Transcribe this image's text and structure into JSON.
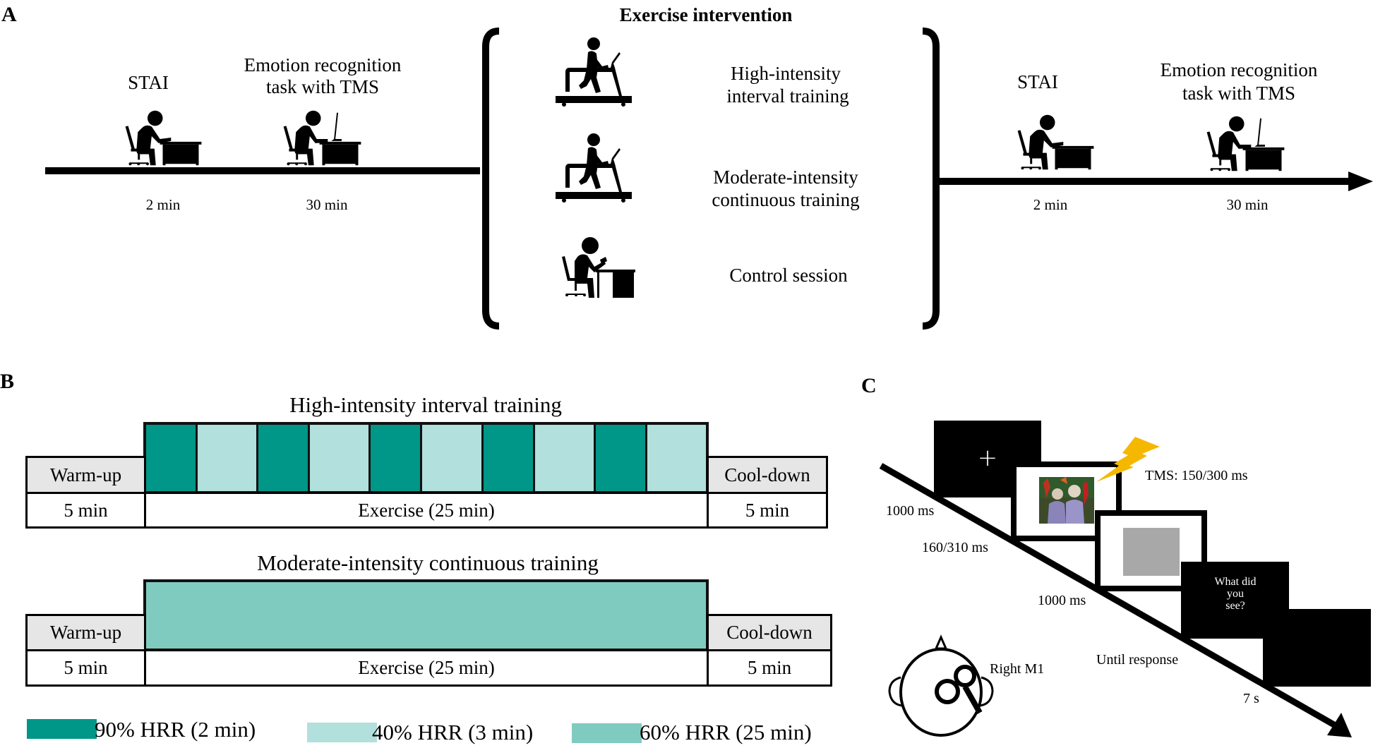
{
  "panel_a": {
    "label": "A",
    "pre": {
      "stai_label": "STAI",
      "stai_duration": "2 min",
      "task_label_line1": "Emotion recognition",
      "task_label_line2": "task with TMS",
      "task_duration": "30 min"
    },
    "intervention": {
      "title": "Exercise intervention",
      "conditions": [
        {
          "line1": "High-intensity",
          "line2": "interval training",
          "icon": "treadmill-runner-icon"
        },
        {
          "line1": "Moderate-intensity",
          "line2": "continuous training",
          "icon": "treadmill-runner-icon"
        },
        {
          "line1": "Control session",
          "line2": "",
          "icon": "person-reading-at-desk-icon"
        }
      ]
    },
    "post": {
      "stai_label": "STAI",
      "stai_duration": "2 min",
      "task_label_line1": "Emotion recognition",
      "task_label_line2": "task with TMS",
      "task_duration": "30 min"
    }
  },
  "panel_b": {
    "label": "B",
    "hiit": {
      "title": "High-intensity interval training",
      "warmup_label": "Warm-up",
      "warmup_duration": "5 min",
      "exercise_label": "Exercise (25 min)",
      "cooldown_label": "Cool-down",
      "cooldown_duration": "5 min",
      "intervals": [
        {
          "intensity": "90% HRR",
          "minutes": 2
        },
        {
          "intensity": "40% HRR",
          "minutes": 3
        },
        {
          "intensity": "90% HRR",
          "minutes": 2
        },
        {
          "intensity": "40% HRR",
          "minutes": 3
        },
        {
          "intensity": "90% HRR",
          "minutes": 2
        },
        {
          "intensity": "40% HRR",
          "minutes": 3
        },
        {
          "intensity": "90% HRR",
          "minutes": 2
        },
        {
          "intensity": "40% HRR",
          "minutes": 3
        },
        {
          "intensity": "90% HRR",
          "minutes": 2
        },
        {
          "intensity": "40% HRR",
          "minutes": 3
        }
      ]
    },
    "mict": {
      "title": "Moderate-intensity continuous training",
      "warmup_label": "Warm-up",
      "warmup_duration": "5 min",
      "exercise_label": "Exercise (25 min)",
      "cooldown_label": "Cool-down",
      "cooldown_duration": "5 min",
      "intensity": "60% HRR",
      "minutes": 25
    },
    "legend": [
      {
        "label": "90% HRR (2 min)",
        "color": "#009688"
      },
      {
        "label": "40% HRR (3 min)",
        "color": "#b2e0dc"
      },
      {
        "label": "60% HRR (25 min)",
        "color": "#80cbc0"
      }
    ],
    "colors": {
      "high": "#009688",
      "low": "#b2e0dc",
      "moderate": "#80cbc0",
      "warmup_cooldown": "#e6e6e6"
    }
  },
  "panel_c": {
    "label": "C",
    "fixation_symbol": "+",
    "tms_label": "TMS: 150/300 ms",
    "question_line1": "What did you",
    "question_line2": "see?",
    "durations": {
      "fixation": "1000 ms",
      "stimulus": "160/310 ms",
      "mask": "1000 ms",
      "response": "Until response",
      "iti": "7 s"
    },
    "target_label": "Right M1",
    "lightning_color": "#f5b800",
    "mask_color": "#a8a8a8"
  }
}
